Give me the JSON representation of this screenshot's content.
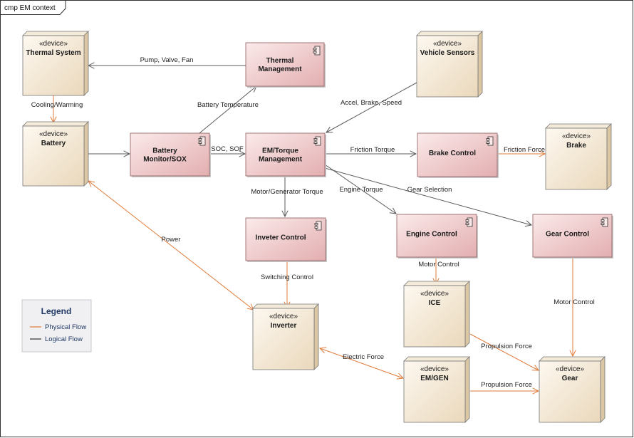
{
  "frame": {
    "title": "cmp EM context"
  },
  "colors": {
    "physical": "#e07b3a",
    "logical": "#5b5b5b",
    "device_fill_light": "#fdf7ee",
    "device_fill_dark": "#e9d6b8",
    "component_fill_light": "#f9e5e5",
    "component_fill_dark": "#e2a9ab"
  },
  "nodes": {
    "thermal_system": {
      "kind": "device",
      "stereotype": "«device»",
      "lines": [
        "Thermal System"
      ]
    },
    "battery": {
      "kind": "device",
      "stereotype": "«device»",
      "lines": [
        "Battery"
      ]
    },
    "thermal_mgmt": {
      "kind": "component",
      "lines": [
        "Thermal",
        "Management"
      ]
    },
    "vehicle_sensors": {
      "kind": "device",
      "stereotype": "«device»",
      "lines": [
        "Vehicle Sensors"
      ]
    },
    "battery_monitor": {
      "kind": "component",
      "lines": [
        "Battery",
        "Monitor/SOX"
      ]
    },
    "em_torque": {
      "kind": "component",
      "lines": [
        "EM/Torque",
        "Management"
      ]
    },
    "brake_control": {
      "kind": "component",
      "lines": [
        "Brake Control"
      ]
    },
    "brake": {
      "kind": "device",
      "stereotype": "«device»",
      "lines": [
        "Brake"
      ]
    },
    "inverter_control": {
      "kind": "component",
      "lines": [
        "Inveter Control"
      ]
    },
    "engine_control": {
      "kind": "component",
      "lines": [
        "Engine Control"
      ]
    },
    "gear_control": {
      "kind": "component",
      "lines": [
        "Gear Control"
      ]
    },
    "inverter": {
      "kind": "device",
      "stereotype": "«device»",
      "lines": [
        "Inverter"
      ]
    },
    "ice": {
      "kind": "device",
      "stereotype": "«device»",
      "lines": [
        "ICE"
      ]
    },
    "em_gen": {
      "kind": "device",
      "stereotype": "«device»",
      "lines": [
        "EM/GEN"
      ]
    },
    "gear": {
      "kind": "device",
      "stereotype": "«device»",
      "lines": [
        "Gear"
      ]
    }
  },
  "edges": {
    "pump_valve_fan": {
      "label": "Pump, Valve, Fan",
      "flow": "logical"
    },
    "cooling_warming": {
      "label": "Cooling/Warming",
      "flow": "physical"
    },
    "battery_temperature": {
      "label": "Battery Temperature",
      "flow": "logical"
    },
    "accel_brake_speed": {
      "label": "Accel, Brake, Speed",
      "flow": "logical"
    },
    "battery_to_monitor": {
      "label": "",
      "flow": "logical"
    },
    "soc_sof": {
      "label": "SOC, SOF",
      "flow": "logical"
    },
    "friction_torque": {
      "label": "Friction Torque",
      "flow": "logical"
    },
    "friction_force": {
      "label": "Friction Force",
      "flow": "physical"
    },
    "motor_generator_torque": {
      "label": "Motor/Generator Torque",
      "flow": "logical"
    },
    "engine_torque": {
      "label": "Engine Torque",
      "flow": "logical"
    },
    "gear_selection": {
      "label": "Gear Selection",
      "flow": "logical"
    },
    "power": {
      "label": "Power",
      "flow": "physical"
    },
    "switching_control": {
      "label": "Switching Control",
      "flow": "physical"
    },
    "motor_control_ice": {
      "label": "Motor Control",
      "flow": "physical"
    },
    "motor_control_gear": {
      "label": "Motor Control",
      "flow": "physical"
    },
    "electric_force": {
      "label": "Electric Force",
      "flow": "physical"
    },
    "propulsion_force_ice": {
      "label": "Propulsion Force",
      "flow": "physical"
    },
    "propulsion_force_emgen": {
      "label": "Propulsion Force",
      "flow": "physical"
    }
  },
  "legend": {
    "title": "Legend",
    "physical_label": "Physical Flow",
    "logical_label": "Logical Flow"
  }
}
